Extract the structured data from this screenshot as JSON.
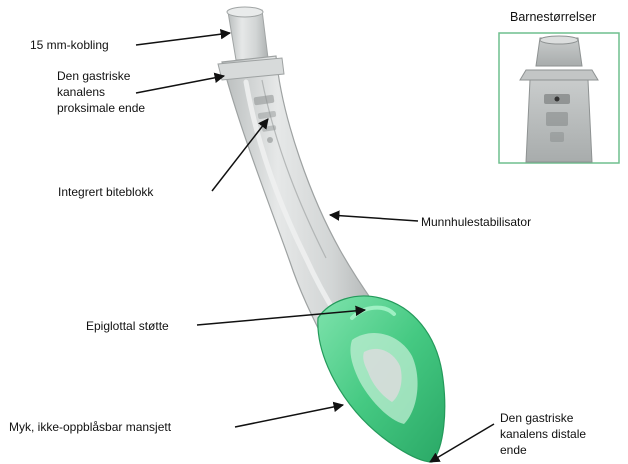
{
  "labels": {
    "connector": "15 mm-kobling",
    "gastric_proximal_1": "Den gastriske",
    "gastric_proximal_2": "kanalens",
    "gastric_proximal_3": "proksimale ende",
    "bite_block": "Integrert biteblokk",
    "oral_stabilizer": "Munnhulestabilisator",
    "epiglottic_support": "Epiglottal støtte",
    "cuff": "Myk, ikke-oppblåsbar mansjett",
    "gastric_distal_1": "Den gastriske",
    "gastric_distal_2": "kanalens distale",
    "gastric_distal_3": "ende"
  },
  "inset": {
    "title": "Barnestørrelser",
    "frame_color": "#6fbf8e"
  },
  "colors": {
    "cuff_green": "#4fd08a",
    "tube_gray": "#cfd2d2"
  }
}
